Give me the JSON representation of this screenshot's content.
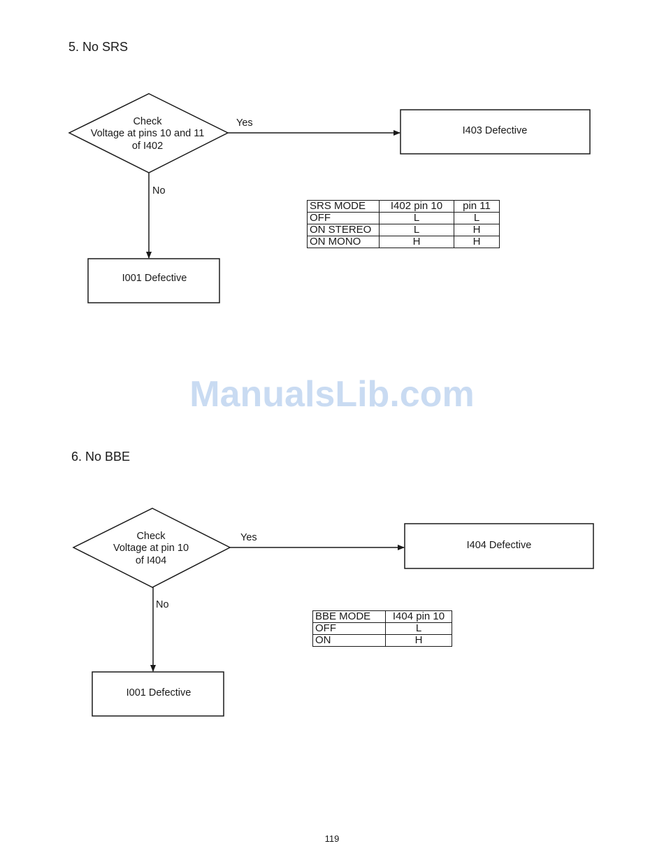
{
  "section5": {
    "heading": "5.  No SRS",
    "decision_lines": [
      "Check",
      "Voltage at pins 10 and 11",
      "of I402"
    ],
    "yes_label": "Yes",
    "no_label": "No",
    "yes_box": "I403 Defective",
    "no_box": "I001 Defective",
    "table": {
      "headers": [
        "SRS MODE",
        "I402 pin 10",
        "pin 11"
      ],
      "rows": [
        [
          "OFF",
          "L",
          "L"
        ],
        [
          "ON STEREO",
          "L",
          "H"
        ],
        [
          "ON MONO",
          "H",
          "H"
        ]
      ]
    }
  },
  "section6": {
    "heading": "6.  No BBE",
    "decision_lines": [
      "Check",
      "Voltage at pin 10",
      "of I404"
    ],
    "yes_label": "Yes",
    "no_label": "No",
    "yes_box": "I404 Defective",
    "no_box": "I001 Defective",
    "table": {
      "headers": [
        "BBE MODE",
        "I404 pin 10"
      ],
      "rows": [
        [
          "OFF",
          "L"
        ],
        [
          "ON",
          "H"
        ]
      ]
    }
  },
  "watermark": "ManualsLib.com",
  "page_number": "119"
}
